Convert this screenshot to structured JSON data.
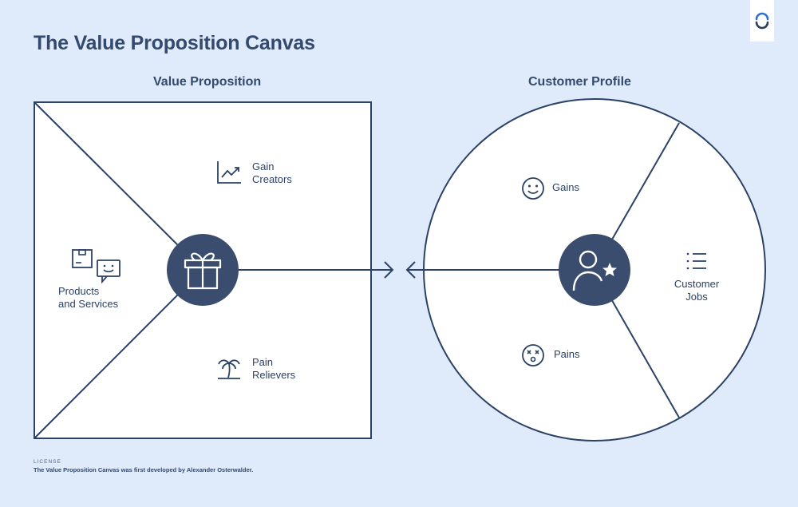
{
  "title": "The Value Proposition Canvas",
  "value_proposition": {
    "heading": "Value Proposition",
    "gain_creators": "Gain\nCreators",
    "pain_relievers": "Pain\nRelievers",
    "products_services": "Products\nand Services"
  },
  "customer_profile": {
    "heading": "Customer Profile",
    "gains": "Gains",
    "pains": "Pains",
    "customer_jobs": "Customer\nJobs"
  },
  "footer": {
    "license_label": "LICENSE",
    "license_text": "The Value Proposition Canvas was first developed by Alexander Osterwalder."
  },
  "colors": {
    "background": "#dfeafb",
    "ink": "#2b4166",
    "hub": "#3a4d6f",
    "panel": "#ffffff"
  },
  "icons": {
    "logo": "loop-logo-icon",
    "gift": "gift-icon",
    "chart": "trend-chart-icon",
    "palm": "palm-tree-icon",
    "products": "box-chat-icon",
    "user": "user-star-icon",
    "smile": "smile-face-icon",
    "dizzy": "dizzy-face-icon",
    "list": "list-icon"
  }
}
